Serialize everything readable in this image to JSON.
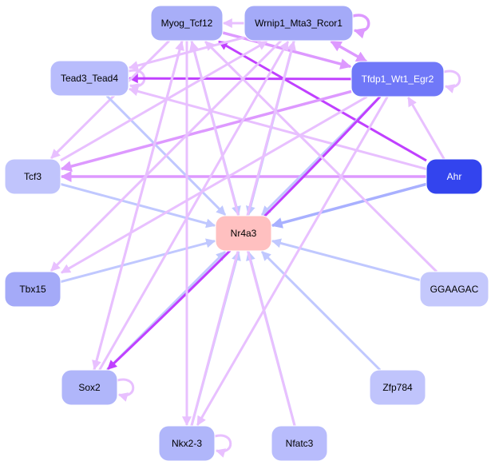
{
  "title": "Regulatory network around Nr4a3",
  "colors": {
    "target": "#ffc0c0",
    "edge_blue": "#c0c8ff",
    "edge_blue_dark": "#a8b0ff",
    "edge_pink": "#e8c0ff",
    "edge_pink_mid": "#dd99ff",
    "edge_purple": "#c040ff"
  },
  "nodes": [
    {
      "id": "Myog_Tcf12",
      "label": "Myog_Tcf12",
      "fill": "#a8aef8",
      "text": "#000000"
    },
    {
      "id": "Wrnip1_Mta3_Rcor1",
      "label": "Wrnip1_Mta3_Rcor1",
      "fill": "#a4aaf8",
      "text": "#000000"
    },
    {
      "id": "Tead3_Tead4",
      "label": "Tead3_Tead4",
      "fill": "#b8bcfc",
      "text": "#000000"
    },
    {
      "id": "Tfdp1_Wt1_Egr2",
      "label": "Tfdp1_Wt1_Egr2",
      "fill": "#7078f8",
      "text": "#ffffff"
    },
    {
      "id": "Tcf3",
      "label": "Tcf3",
      "fill": "#c0c4fc",
      "text": "#000000"
    },
    {
      "id": "Ahr",
      "label": "Ahr",
      "fill": "#3344ee",
      "text": "#ffffff"
    },
    {
      "id": "Nr4a3",
      "label": "Nr4a3",
      "fill": "#ffc0c0",
      "text": "#000000"
    },
    {
      "id": "Tbx15",
      "label": "Tbx15",
      "fill": "#a4aaf8",
      "text": "#000000"
    },
    {
      "id": "GGAAGAC",
      "label": "GGAAGAC",
      "fill": "#c4c8fc",
      "text": "#000000"
    },
    {
      "id": "Sox2",
      "label": "Sox2",
      "fill": "#b0b6fa",
      "text": "#000000"
    },
    {
      "id": "Zfp784",
      "label": "Zfp784",
      "fill": "#c0c4fc",
      "text": "#000000"
    },
    {
      "id": "Nkx2-3",
      "label": "Nkx2-3",
      "fill": "#b0b6fa",
      "text": "#000000"
    },
    {
      "id": "Nfatc3",
      "label": "Nfatc3",
      "fill": "#b8bcfc",
      "text": "#000000"
    }
  ],
  "edges": [
    {
      "from": "Wrnip1_Mta3_Rcor1",
      "to": "Myog_Tcf12",
      "kind": "pink"
    },
    {
      "from": "Wrnip1_Mta3_Rcor1",
      "to": "Wrnip1_Mta3_Rcor1",
      "kind": "pinkmid"
    },
    {
      "from": "Tfdp1_Wt1_Egr2",
      "to": "Wrnip1_Mta3_Rcor1",
      "kind": "pinkmid",
      "bidir": true
    },
    {
      "from": "Tfdp1_Wt1_Egr2",
      "to": "Tfdp1_Wt1_Egr2",
      "kind": "pink"
    },
    {
      "from": "Tead3_Tead4",
      "to": "Tead3_Tead4",
      "kind": "pink"
    },
    {
      "from": "Tfdp1_Wt1_Egr2",
      "to": "Tead3_Tead4",
      "kind": "purple"
    },
    {
      "from": "Ahr",
      "to": "Myog_Tcf12",
      "kind": "purple"
    },
    {
      "from": "Myog_Tcf12",
      "to": "Tfdp1_Wt1_Egr2",
      "kind": "pinkmid"
    },
    {
      "from": "Wrnip1_Mta3_Rcor1",
      "to": "Tead3_Tead4",
      "kind": "pink"
    },
    {
      "from": "Ahr",
      "to": "Tead3_Tead4",
      "kind": "pink"
    },
    {
      "from": "Tfdp1_Wt1_Egr2",
      "to": "Tcf3",
      "kind": "pinkmid"
    },
    {
      "from": "Ahr",
      "to": "Tcf3",
      "kind": "pinkmid"
    },
    {
      "from": "Myog_Tcf12",
      "to": "Tcf3",
      "kind": "pink"
    },
    {
      "from": "Ahr",
      "to": "Tfdp1_Wt1_Egr2",
      "kind": "pink"
    },
    {
      "from": "Ahr",
      "to": "Nr4a3",
      "kind": "bluedark"
    },
    {
      "from": "Tead3_Tead4",
      "to": "Nr4a3",
      "kind": "blue"
    },
    {
      "from": "Tcf3",
      "to": "Nr4a3",
      "kind": "blue"
    },
    {
      "from": "Myog_Tcf12",
      "to": "Nr4a3",
      "kind": "blue"
    },
    {
      "from": "Wrnip1_Mta3_Rcor1",
      "to": "Nr4a3",
      "kind": "blue"
    },
    {
      "from": "Tfdp1_Wt1_Egr2",
      "to": "Nr4a3",
      "kind": "blue"
    },
    {
      "from": "Tbx15",
      "to": "Nr4a3",
      "kind": "blue"
    },
    {
      "from": "GGAAGAC",
      "to": "Nr4a3",
      "kind": "blue"
    },
    {
      "from": "Sox2",
      "to": "Nr4a3",
      "kind": "blue"
    },
    {
      "from": "Nkx2-3",
      "to": "Nr4a3",
      "kind": "blue"
    },
    {
      "from": "Nfatc3",
      "to": "Nr4a3",
      "kind": "blue"
    },
    {
      "from": "Zfp784",
      "to": "Nr4a3",
      "kind": "blue"
    },
    {
      "from": "Wrnip1_Mta3_Rcor1",
      "to": "Tbx15",
      "kind": "pink"
    },
    {
      "from": "Tfdp1_Wt1_Egr2",
      "to": "Tbx15",
      "kind": "pink"
    },
    {
      "from": "Tfdp1_Wt1_Egr2",
      "to": "Sox2",
      "kind": "purple"
    },
    {
      "from": "Myog_Tcf12",
      "to": "Sox2",
      "kind": "pink"
    },
    {
      "from": "Sox2",
      "to": "Myog_Tcf12",
      "kind": "pink"
    },
    {
      "from": "Sox2",
      "to": "Sox2",
      "kind": "pink"
    },
    {
      "from": "Myog_Tcf12",
      "to": "Nkx2-3",
      "kind": "pink"
    },
    {
      "from": "Tfdp1_Wt1_Egr2",
      "to": "Nkx2-3",
      "kind": "pink"
    },
    {
      "from": "Nkx2-3",
      "to": "Nkx2-3",
      "kind": "pink"
    },
    {
      "from": "Nkx2-3",
      "to": "Wrnip1_Mta3_Rcor1",
      "kind": "pink"
    },
    {
      "from": "Nfatc3",
      "to": "Myog_Tcf12",
      "kind": "pink"
    },
    {
      "from": "GGAAGAC",
      "to": "Myog_Tcf12",
      "kind": "pink"
    },
    {
      "from": "Tcf3",
      "to": "Wrnip1_Mta3_Rcor1",
      "kind": "pink"
    },
    {
      "from": "Sox2",
      "to": "Wrnip1_Mta3_Rcor1",
      "kind": "pink"
    }
  ]
}
